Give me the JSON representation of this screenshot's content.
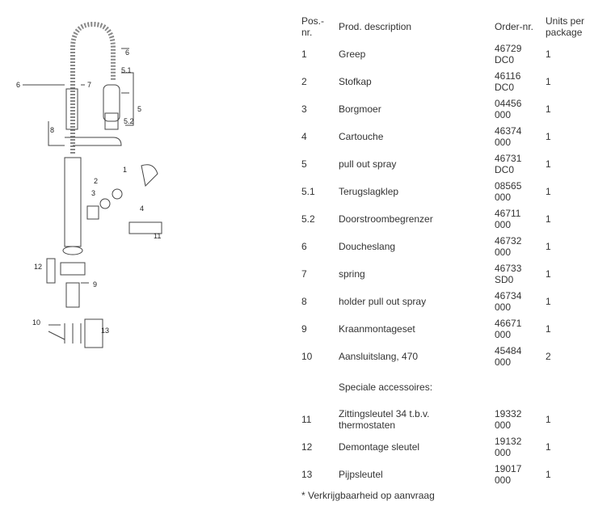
{
  "header": {
    "pos": "Pos.-\nnr.",
    "desc": "Prod. description",
    "order": "Order-nr.",
    "units": "Units per\npackage"
  },
  "rows": [
    {
      "pos": "1",
      "desc": "Greep",
      "order": "46729\nDC0",
      "units": "1"
    },
    {
      "pos": "2",
      "desc": "Stofkap",
      "order": "46116\nDC0",
      "units": "1"
    },
    {
      "pos": "3",
      "desc": "Borgmoer",
      "order": "04456\n000",
      "units": "1"
    },
    {
      "pos": "4",
      "desc": "Cartouche",
      "order": "46374\n000",
      "units": "1"
    },
    {
      "pos": "5",
      "desc": "pull out spray",
      "order": "46731\nDC0",
      "units": "1"
    },
    {
      "pos": "5.1",
      "desc": "Terugslagklep",
      "order": "08565\n000",
      "units": "1"
    },
    {
      "pos": "5.2",
      "desc": "Doorstroombegrenzer",
      "order": "46711\n000",
      "units": "1"
    },
    {
      "pos": "6",
      "desc": "Doucheslang",
      "order": "46732\n000",
      "units": "1"
    },
    {
      "pos": "7",
      "desc": "spring",
      "order": "46733\nSD0",
      "units": "1"
    },
    {
      "pos": "8",
      "desc": "holder pull out spray",
      "order": "46734\n000",
      "units": "1"
    },
    {
      "pos": "9",
      "desc": "Kraanmontageset",
      "order": "46671\n000",
      "units": "1"
    },
    {
      "pos": "10",
      "desc": "Aansluitslang, 470",
      "order": "45484\n000",
      "units": "2"
    }
  ],
  "section": "Speciale accessoires:",
  "accessories": [
    {
      "pos": "11",
      "desc": "Zittingsleutel 34 t.b.v.\nthermostaten",
      "order": "19332\n000",
      "units": "1"
    },
    {
      "pos": "12",
      "desc": "Demontage sleutel",
      "order": "19132\n000",
      "units": "1"
    },
    {
      "pos": "13",
      "desc": "Pijpsleutel",
      "order": "19017\n000",
      "units": "1"
    }
  ],
  "footnote": "* Verkrijgbaarheid op aanvraag",
  "diagram": {
    "labels": [
      "1",
      "2",
      "3",
      "4",
      "5",
      "5.1",
      "5.2",
      "6",
      "7",
      "8",
      "9",
      "10",
      "11",
      "12",
      "13"
    ]
  }
}
